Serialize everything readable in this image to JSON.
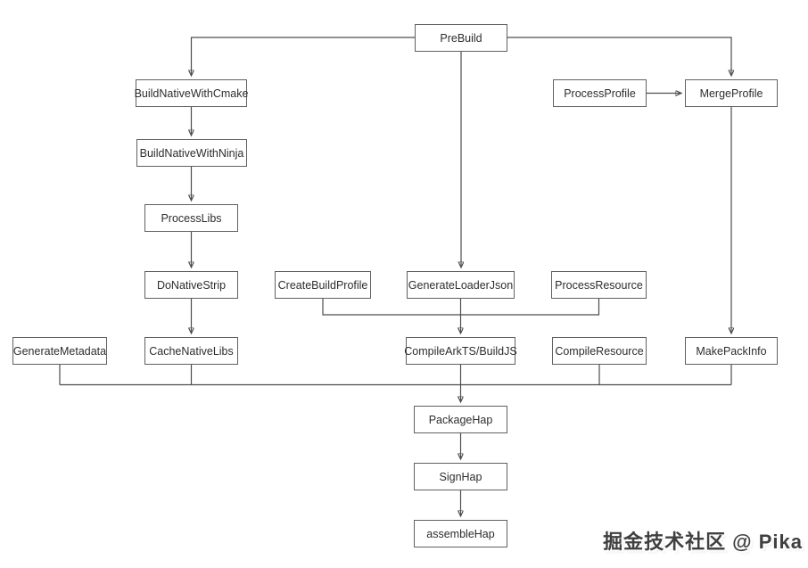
{
  "diagram": {
    "type": "flowchart",
    "nodes": [
      {
        "id": "prebuild",
        "label": "PreBuild"
      },
      {
        "id": "buildnativewithcmake",
        "label": "BuildNativeWithCmake"
      },
      {
        "id": "buildnativewithninja",
        "label": "BuildNativeWithNinja"
      },
      {
        "id": "processlibs",
        "label": "ProcessLibs"
      },
      {
        "id": "donativestrip",
        "label": "DoNativeStrip"
      },
      {
        "id": "generatemetadata",
        "label": "GenerateMetadata"
      },
      {
        "id": "cachenativelibs",
        "label": "CacheNativeLibs"
      },
      {
        "id": "createbuildprofile",
        "label": "CreateBuildProfile"
      },
      {
        "id": "generateloaderjson",
        "label": "GenerateLoaderJson"
      },
      {
        "id": "processresource",
        "label": "ProcessResource"
      },
      {
        "id": "processprofile",
        "label": "ProcessProfile"
      },
      {
        "id": "mergeprofile",
        "label": "MergeProfile"
      },
      {
        "id": "compilearkts",
        "label": "CompileArkTS/BuildJS"
      },
      {
        "id": "compileresource",
        "label": "CompileResource"
      },
      {
        "id": "makepackinfo",
        "label": "MakePackInfo"
      },
      {
        "id": "packagehap",
        "label": "PackageHap"
      },
      {
        "id": "signhap",
        "label": "SignHap"
      },
      {
        "id": "assemblehap",
        "label": "assembleHap"
      }
    ],
    "edges": [
      {
        "from": "PreBuild",
        "to": "BuildNativeWithCmake"
      },
      {
        "from": "PreBuild",
        "to": "MergeProfile"
      },
      {
        "from": "PreBuild",
        "to": "GenerateLoaderJson"
      },
      {
        "from": "BuildNativeWithCmake",
        "to": "BuildNativeWithNinja"
      },
      {
        "from": "BuildNativeWithNinja",
        "to": "ProcessLibs"
      },
      {
        "from": "ProcessLibs",
        "to": "DoNativeStrip"
      },
      {
        "from": "DoNativeStrip",
        "to": "CacheNativeLibs"
      },
      {
        "from": "ProcessProfile",
        "to": "MergeProfile"
      },
      {
        "from": "MergeProfile",
        "to": "MakePackInfo"
      },
      {
        "from": "GenerateLoaderJson",
        "to": "CompileArkTS/BuildJS"
      },
      {
        "from": "CreateBuildProfile",
        "to": "CompileArkTS/BuildJS"
      },
      {
        "from": "ProcessResource",
        "to": "CompileArkTS/BuildJS"
      },
      {
        "from": "GenerateMetadata",
        "to": "PackageHap"
      },
      {
        "from": "CacheNativeLibs",
        "to": "PackageHap"
      },
      {
        "from": "CompileArkTS/BuildJS",
        "to": "PackageHap"
      },
      {
        "from": "CompileResource",
        "to": "PackageHap"
      },
      {
        "from": "MakePackInfo",
        "to": "PackageHap"
      },
      {
        "from": "PackageHap",
        "to": "SignHap"
      },
      {
        "from": "SignHap",
        "to": "assembleHap"
      }
    ]
  },
  "watermark": {
    "text": "掘金技术社区 @ Pika"
  },
  "colors": {
    "background": "#ffffff",
    "line": "#4d4d4d",
    "arrowhead": "#1a1a1a",
    "box_border": "#616161",
    "box_fill": "#ffffff",
    "box_text": "#2d2d2d",
    "watermark_text": "#3f3f3f"
  }
}
